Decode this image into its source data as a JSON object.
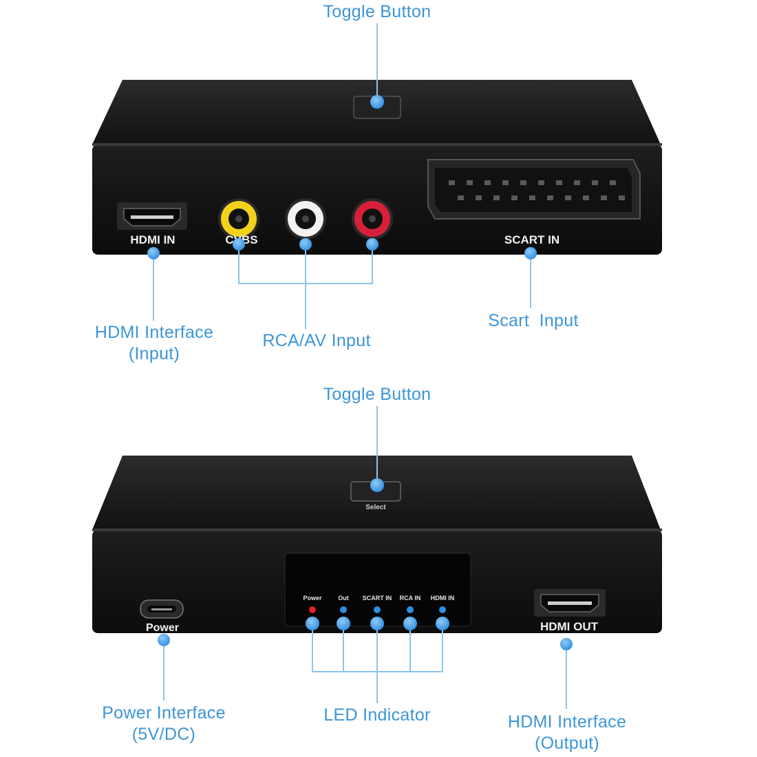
{
  "top_unit": {
    "callouts": {
      "toggle_button": "Toggle Button",
      "hdmi_interface": [
        "HDMI Interface",
        "(Input)"
      ],
      "rca_av_input": "RCA/AV Input",
      "scart_input": "Scart  Input"
    },
    "port_labels": {
      "hdmi_in": "HDMI IN",
      "cvbs": "CVBS",
      "scart_in": "SCART IN"
    },
    "rca_jack_colors": [
      "#f4d21c",
      "#f2f2f2",
      "#d8203a"
    ]
  },
  "bottom_unit": {
    "callouts": {
      "toggle_button": "Toggle Button",
      "power_interface": [
        "Power Interface",
        "(5V/DC)"
      ],
      "led_indicator": "LED Indicator",
      "hdmi_interface": [
        "HDMI Interface",
        "(Output)"
      ]
    },
    "port_labels": {
      "power": "Power",
      "hdmi_out": "HDMI OUT",
      "select": "Select"
    },
    "leds": [
      {
        "label": "Power",
        "color": "#e0202a"
      },
      {
        "label": "Out",
        "color": "#2f8ee0"
      },
      {
        "label": "SCART IN",
        "color": "#2f8ee0"
      },
      {
        "label": "RCA IN",
        "color": "#2f8ee0"
      },
      {
        "label": "HDMI IN",
        "color": "#2f8ee0"
      }
    ]
  },
  "colors": {
    "callout_blue": "#3d95d8",
    "device_body": "#1a1a1a"
  }
}
